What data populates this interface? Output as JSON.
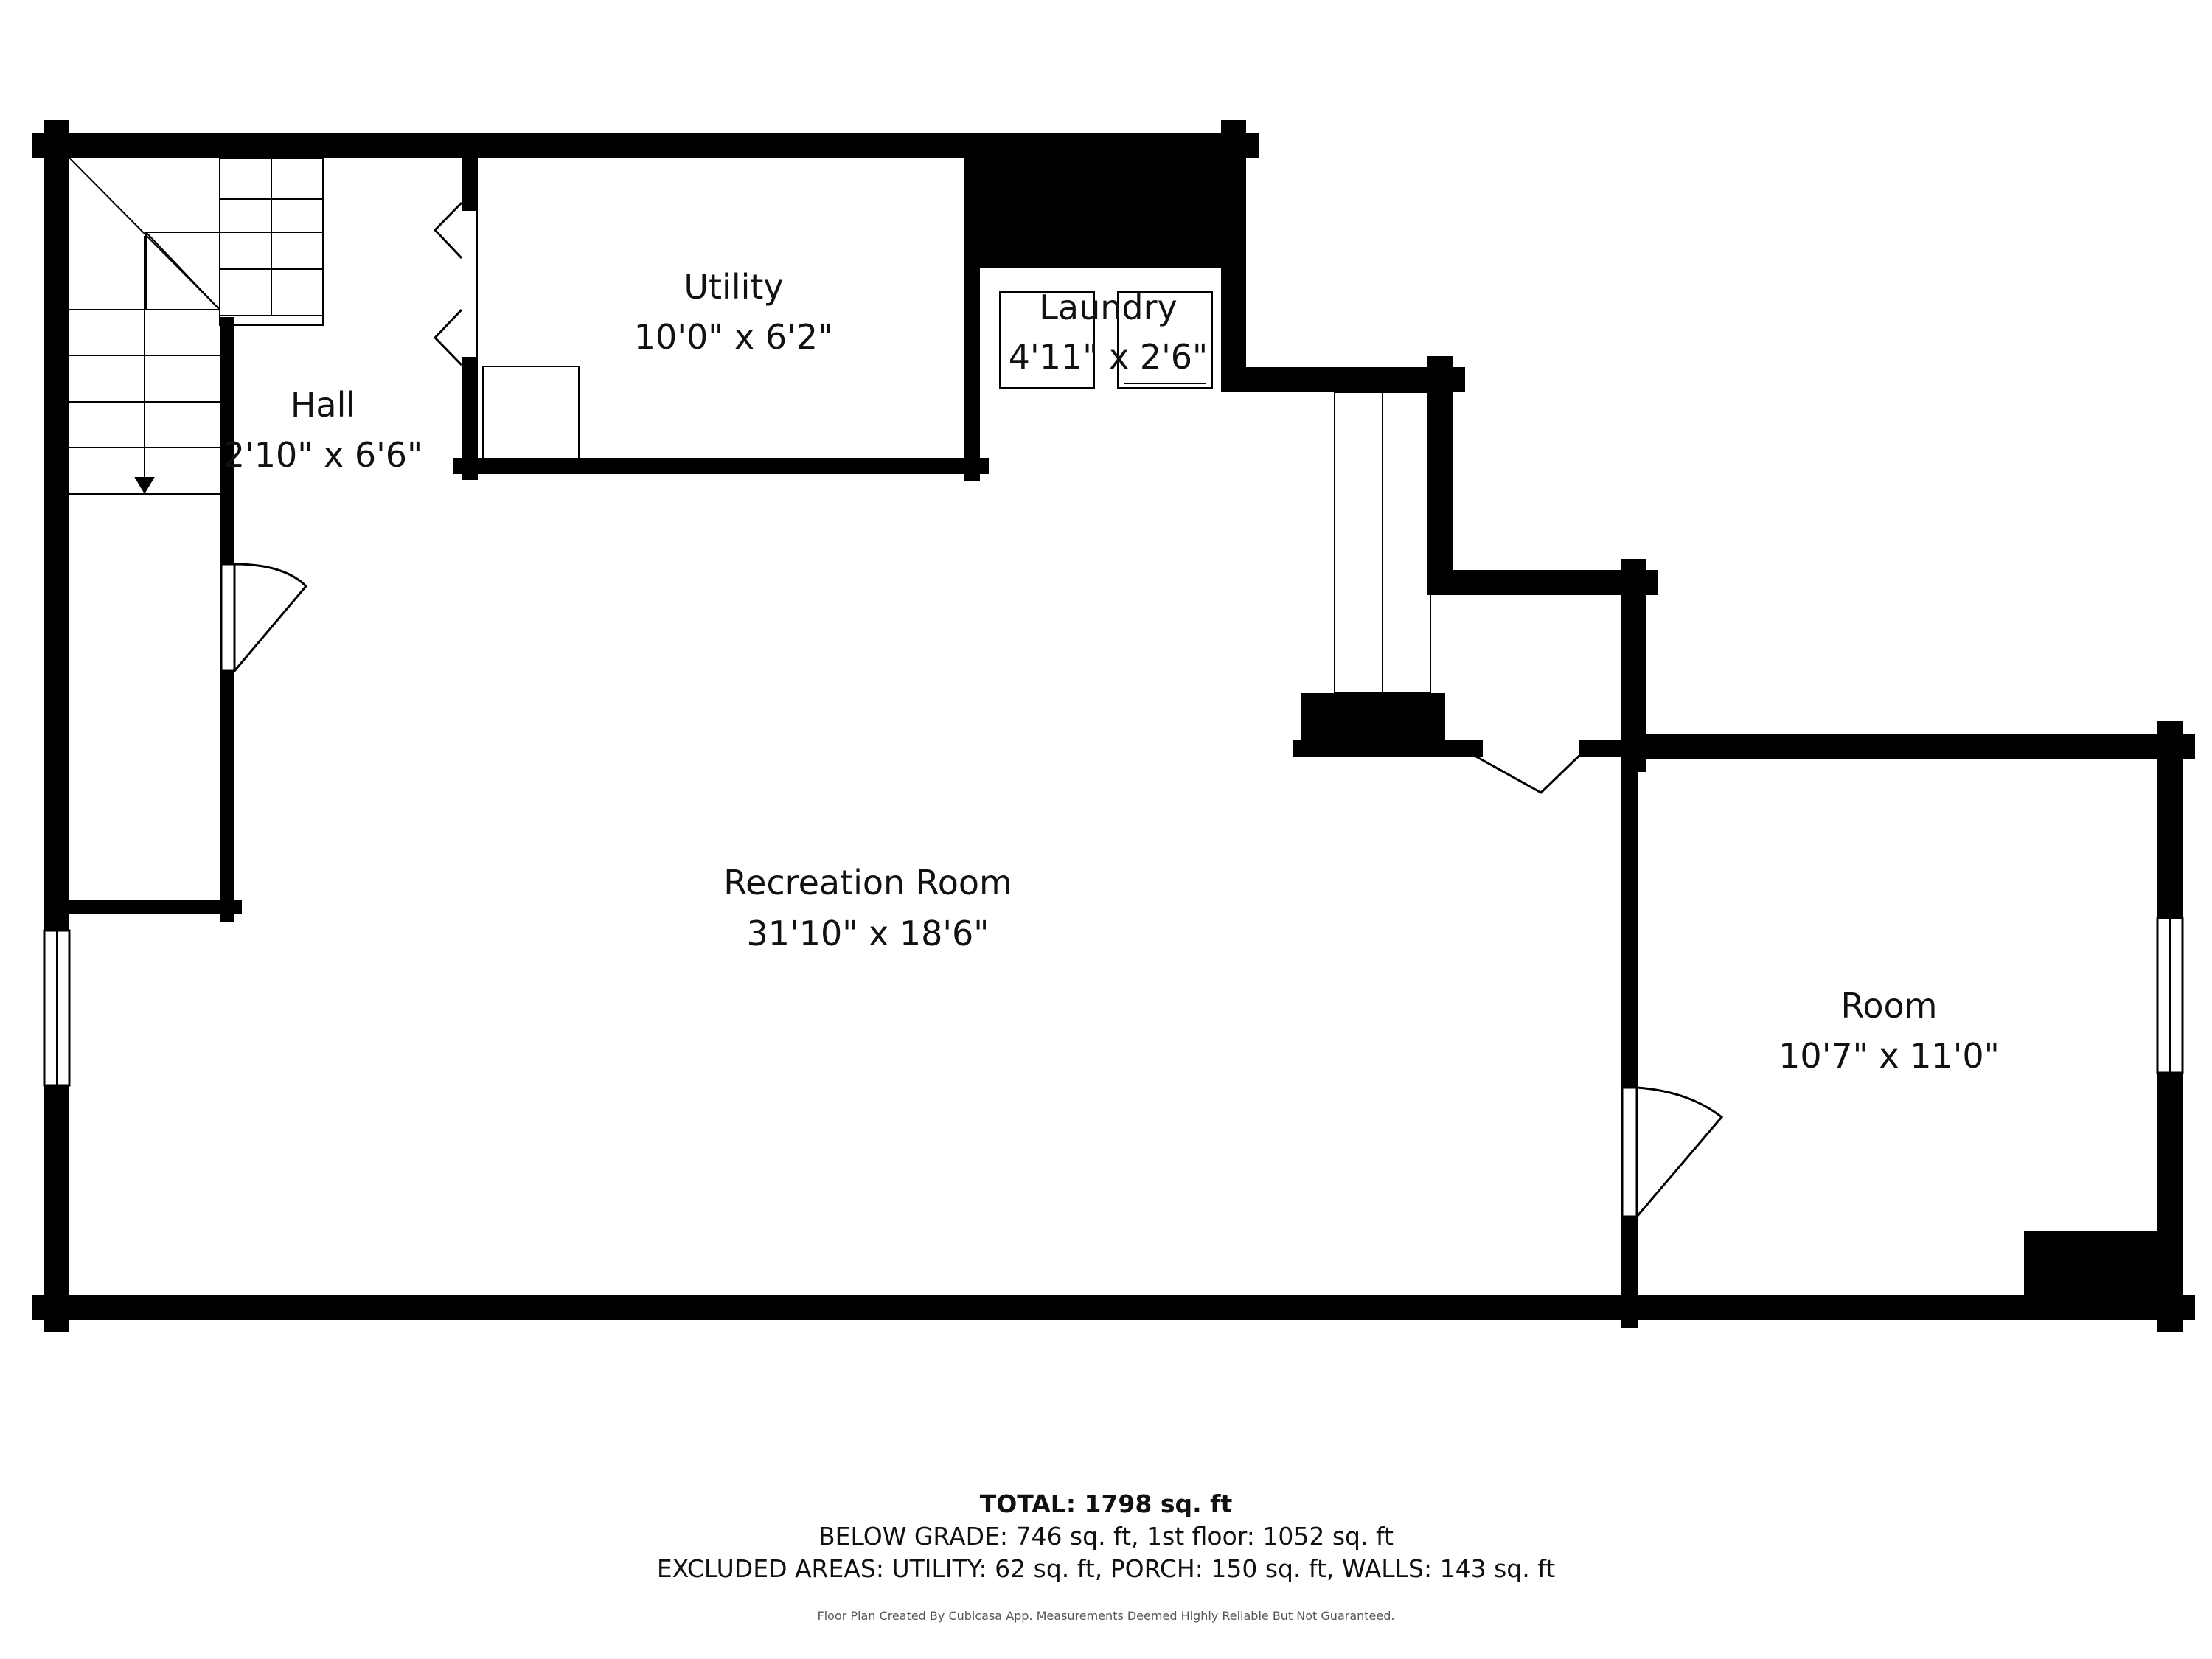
{
  "rooms": {
    "hall": {
      "name": "Hall",
      "dims": "2'10\" x 6'6\""
    },
    "utility": {
      "name": "Utility",
      "dims": "10'0\" x 6'2\""
    },
    "laundry": {
      "name": "Laundry",
      "dims": "4'11\" x 2'6\""
    },
    "recreation": {
      "name": "Recreation Room",
      "dims": "31'10\" x 18'6\""
    },
    "room": {
      "name": "Room",
      "dims": "10'7\" x 11'0\""
    }
  },
  "footer": {
    "total": "TOTAL: 1798 sq. ft",
    "below_grade": "BELOW GRADE: 746 sq. ft, 1st floor: 1052 sq. ft",
    "excluded": "EXCLUDED AREAS: UTILITY: 62 sq. ft, PORCH: 150 sq. ft, WALLS: 143 sq. ft",
    "credit": "Floor Plan Created By Cubicasa App. Measurements Deemed Highly Reliable But Not Guaranteed."
  },
  "colors": {
    "wall": "#000000",
    "background": "#ffffff"
  }
}
